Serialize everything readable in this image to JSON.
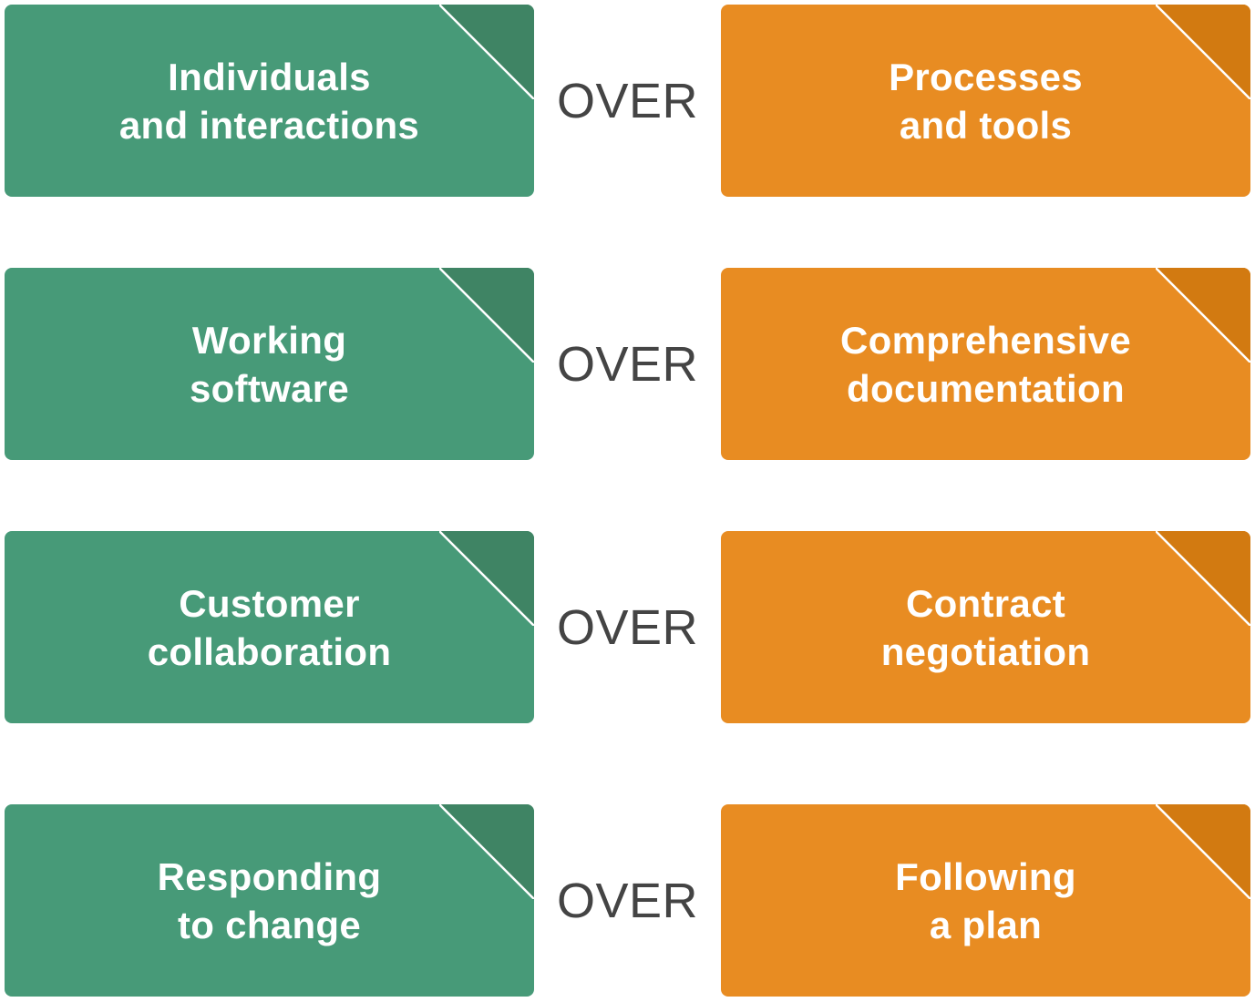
{
  "colors": {
    "left_card": "#479a78",
    "left_fold": "#3f8464",
    "right_card": "#e88c22",
    "right_fold": "#d27a11",
    "over_text": "#444444"
  },
  "rows": [
    {
      "left": [
        "Individuals",
        "and interactions"
      ],
      "over": "OVER",
      "right": [
        "Processes",
        "and tools"
      ]
    },
    {
      "left": [
        "Working",
        "software"
      ],
      "over": "OVER",
      "right": [
        "Comprehensive",
        "documentation"
      ]
    },
    {
      "left": [
        "Customer",
        "collaboration"
      ],
      "over": "OVER",
      "right": [
        "Contract",
        "negotiation"
      ]
    },
    {
      "left": [
        "Responding",
        "to change"
      ],
      "over": "OVER",
      "right": [
        "Following",
        "a plan"
      ]
    }
  ]
}
